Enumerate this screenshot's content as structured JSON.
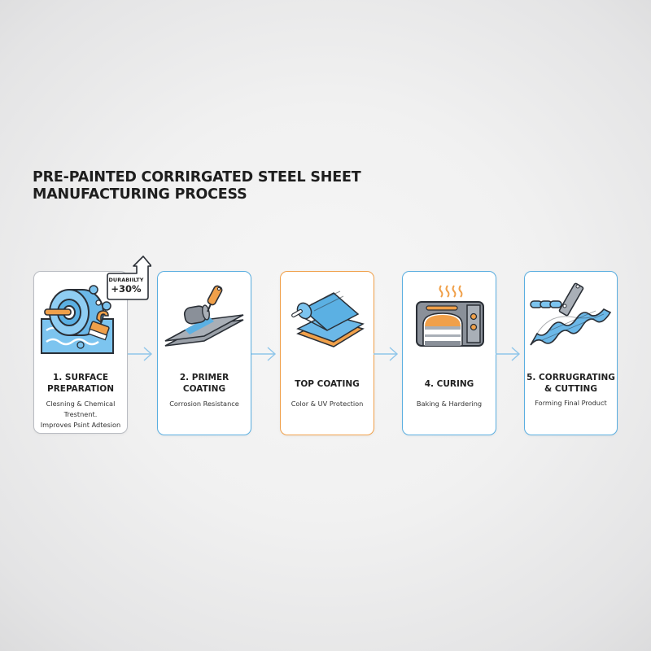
{
  "title": {
    "line1": "PRE-PAINTED CORRIRGATED STEEL SHEET",
    "line2": "MANUFACTURING PROCESS"
  },
  "badge": {
    "label": "DURABIILTY",
    "value": "+30%",
    "icon": "arrow-up-icon"
  },
  "colors": {
    "accent_blue": "#5aaee0",
    "accent_orange": "#f0a04a",
    "neutral_border": "#b9bcc2",
    "icon_steel": "#8a9099",
    "icon_blue": "#5bb0e3",
    "icon_orange": "#f0a04a"
  },
  "steps": [
    {
      "title_line1": "1. SURFACE",
      "title_line2": "PREPARATION",
      "desc_line1": "Clesning & Chemical Trestnent.",
      "desc_line2": "Improves Psint Adtesion",
      "icon": "roller-cleaning-bath-icon"
    },
    {
      "title_line1": "2. PRIMER",
      "title_line2": "COATING",
      "desc_line1": "Corrosion Resistance",
      "icon": "paint-roller-sheet-icon"
    },
    {
      "title_line1": "TOP COATING",
      "desc_line1": "Color & UV Protection",
      "icon": "coating-roll-icon"
    },
    {
      "title_line1": "4. CURING",
      "desc_line1": "Baking & Hardering",
      "icon": "curing-oven-icon"
    },
    {
      "title_line1": "5. CORRUGRATING",
      "title_line2": "& CUTTING",
      "desc_line1": "Forming Final Product",
      "icon": "corrugated-sheet-cutter-icon"
    }
  ],
  "arrows": [
    "arrow-right-icon",
    "arrow-right-icon",
    "arrow-right-icon",
    "arrow-right-icon"
  ]
}
